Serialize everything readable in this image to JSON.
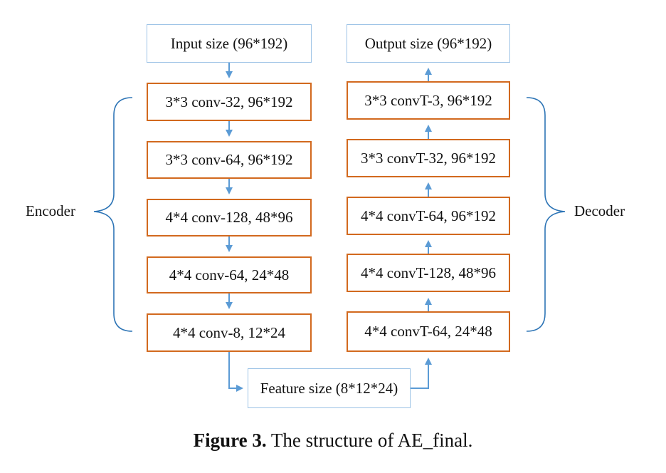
{
  "encoder": {
    "input": "Input size (96*192)",
    "layers": [
      "3*3 conv-32, 96*192",
      "3*3 conv-64, 96*192",
      "4*4 conv-128, 48*96",
      "4*4 conv-64, 24*48",
      "4*4 conv-8, 12*24"
    ],
    "label": "Encoder"
  },
  "feature": "Feature size (8*12*24)",
  "decoder": {
    "output": "Output size (96*192)",
    "layers": [
      "3*3 convT-3, 96*192",
      "3*3 convT-32, 96*192",
      "4*4 convT-64, 96*192",
      "4*4 convT-128, 48*96",
      "4*4 convT-64, 24*48"
    ],
    "label": "Decoder"
  },
  "caption": {
    "number": "Figure 3.",
    "text": "The structure of AE_final."
  },
  "colors": {
    "io_border": "#9dc3e6",
    "layer_border": "#d2691e",
    "arrow": "#5b9bd5",
    "brace": "#2e75b6"
  }
}
